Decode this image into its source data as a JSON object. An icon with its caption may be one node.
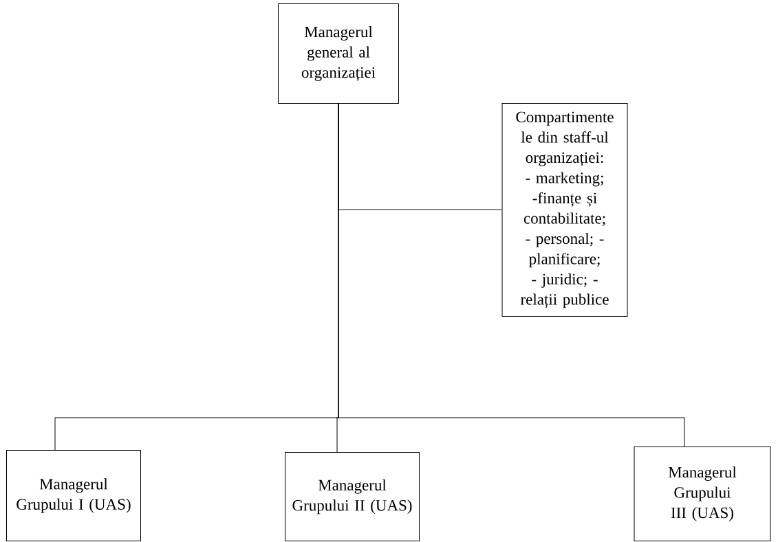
{
  "diagram": {
    "nodes": [
      {
        "text": [
          "Managerul general al organizației"
        ]
      },
      {
        "text": [
          "Compartimente le din staff-ul organizației: - marketing; -finanțe și contabilitate; - personal; - planificare; - juridic; - relații publice"
        ]
      },
      {
        "text": [
          "Managerul Grupului I (UAS)"
        ]
      },
      {
        "text": [
          "Managerul Grupului II (UAS)"
        ]
      },
      {
        "text": [
          "Managerul Grupului III (UAS)"
        ]
      }
    ],
    "edges": [
      {
        "from": 0,
        "to": 1,
        "arrow": "none"
      },
      {
        "from": 0,
        "to": 2,
        "arrow": "none"
      },
      {
        "from": 0,
        "to": 3,
        "arrow": "none"
      },
      {
        "from": 0,
        "to": 4,
        "arrow": "none"
      }
    ]
  }
}
